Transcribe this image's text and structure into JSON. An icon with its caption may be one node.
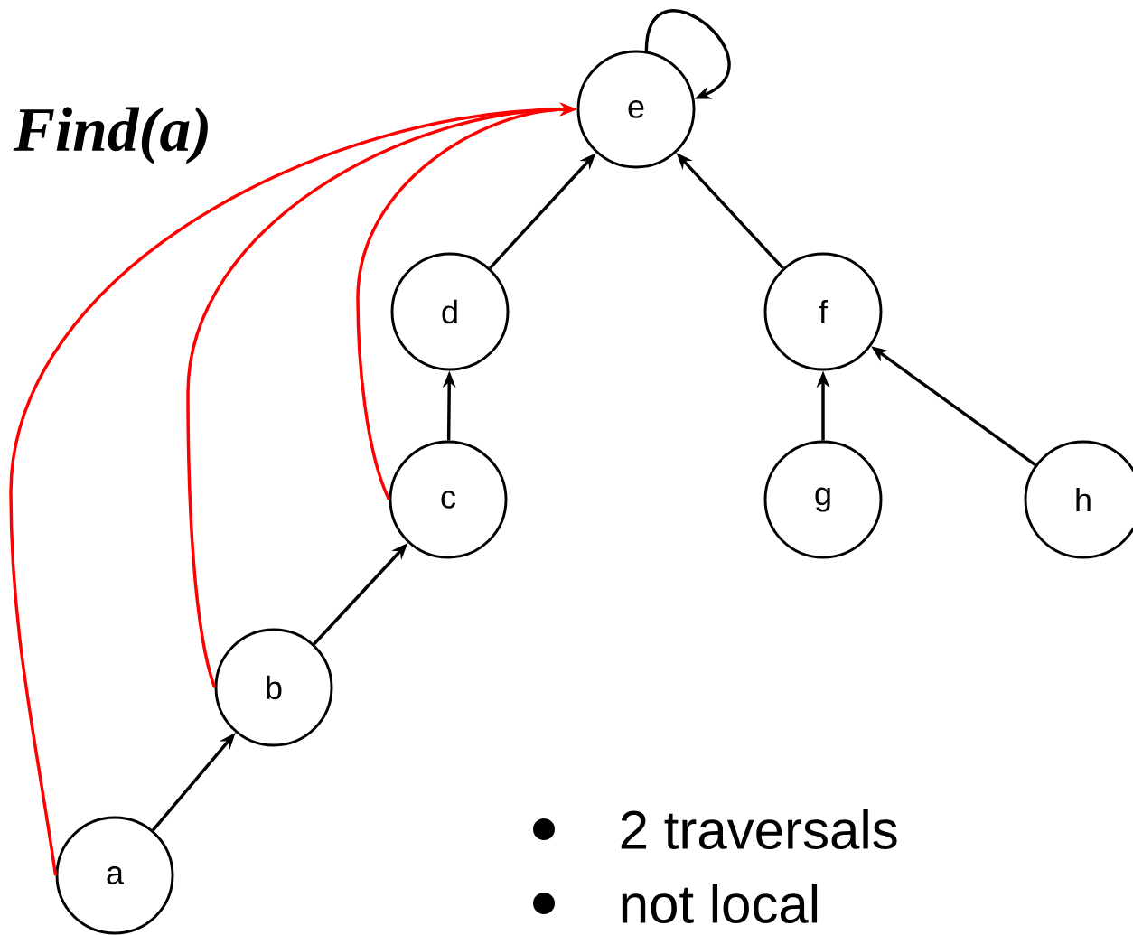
{
  "diagram": {
    "title": "Find(a)",
    "nodes": [
      {
        "text": [
          "e"
        ]
      },
      {
        "text": [
          "d"
        ]
      },
      {
        "text": [
          "f"
        ]
      },
      {
        "text": [
          "c"
        ]
      },
      {
        "text": [
          "g"
        ]
      },
      {
        "text": [
          "h"
        ]
      },
      {
        "text": [
          "b"
        ]
      },
      {
        "text": [
          "a"
        ]
      }
    ],
    "edges": [
      {
        "from": 0,
        "to": 0,
        "arrow": "to"
      },
      {
        "from": 1,
        "to": 0,
        "arrow": "to"
      },
      {
        "from": 2,
        "to": 0,
        "arrow": "to"
      },
      {
        "from": 3,
        "to": 1,
        "arrow": "to"
      },
      {
        "from": 4,
        "to": 2,
        "arrow": "to"
      },
      {
        "from": 5,
        "to": 2,
        "arrow": "to"
      },
      {
        "from": 6,
        "to": 3,
        "arrow": "to"
      },
      {
        "from": 7,
        "to": 6,
        "arrow": "to"
      },
      {
        "from": 7,
        "to": 0,
        "arrow": "to",
        "color": "#ff0000"
      },
      {
        "from": 6,
        "to": 0,
        "arrow": "to",
        "color": "#ff0000"
      },
      {
        "from": 3,
        "to": 0,
        "arrow": "to",
        "color": "#ff0000"
      }
    ],
    "labels": [
      "2 traversals",
      "not local"
    ]
  }
}
